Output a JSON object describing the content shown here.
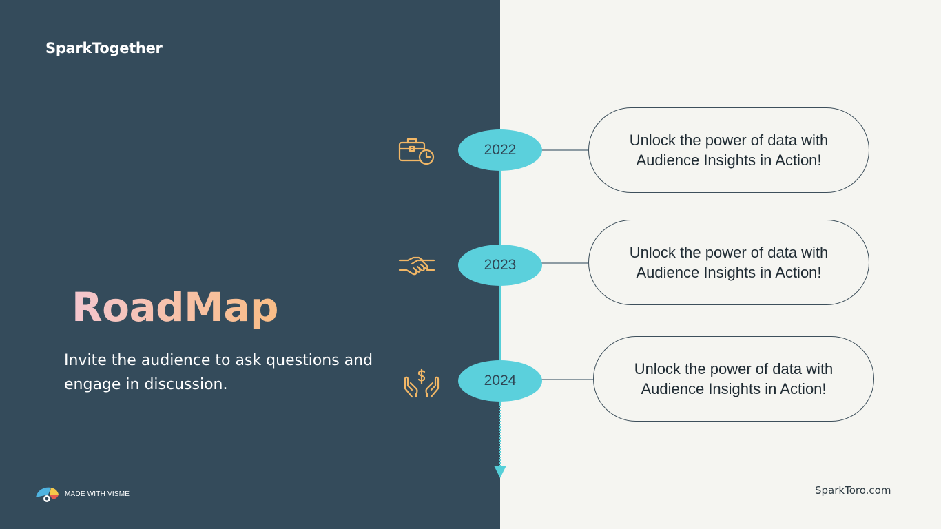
{
  "brand": {
    "name": "SparkTogether"
  },
  "hero": {
    "title": "RoadMap",
    "subtitle": "Invite the audience to ask questions and engage in discussion."
  },
  "timeline": {
    "items": [
      {
        "year": "2022",
        "icon": "briefcase-clock-icon",
        "text": "Unlock the power of data with Audience Insights in Action!"
      },
      {
        "year": "2023",
        "icon": "handshake-icon",
        "text": "Unlock the power of data with Audience Insights in Action!"
      },
      {
        "year": "2024",
        "icon": "hands-money-icon",
        "text": "Unlock the power of data with Audience Insights in Action!"
      }
    ]
  },
  "footer": {
    "made_with": "MADE WITH VISME",
    "url": "SparkToro.com"
  },
  "colors": {
    "left_bg": "#344b5b",
    "right_bg": "#f5f5f1",
    "accent": "#5bd0dc",
    "icon": "#f2b766"
  }
}
